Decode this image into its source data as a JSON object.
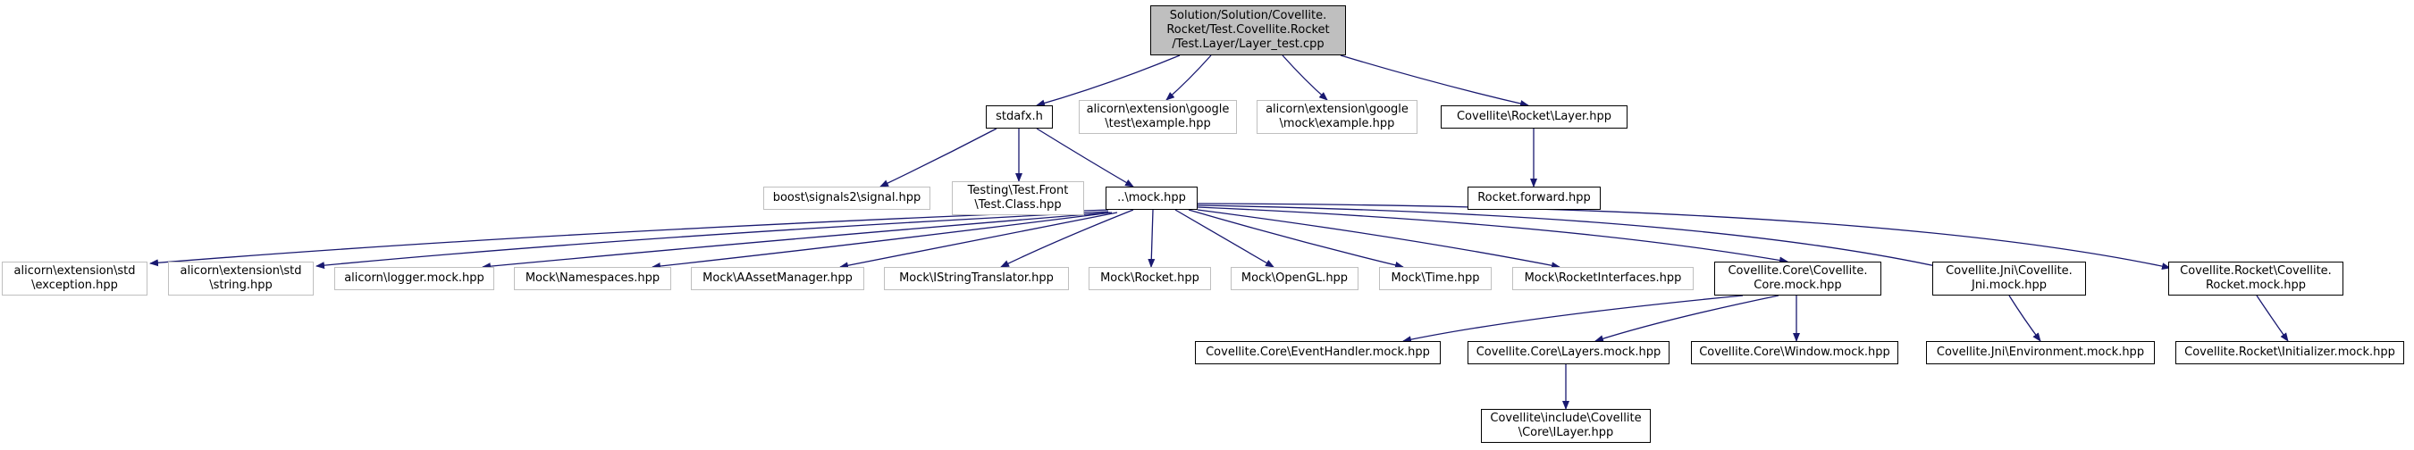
{
  "colors": {
    "edge": "#191970",
    "root_fill": "#bfbfbf",
    "external_border": "#bfbfbf"
  },
  "nodes": {
    "root": "Solution/Solution/Covellite.\nRocket/Test.Covellite.Rocket\n/Test.Layer/Layer_test.cpp",
    "stdafx": "stdafx.h",
    "gtest_example": "alicorn\\extension\\google\n\\test\\example.hpp",
    "gmock_example": "alicorn\\extension\\google\n\\mock\\example.hpp",
    "layer_hpp": "Covellite\\Rocket\\Layer.hpp",
    "signal": "boost\\signals2\\signal.hpp",
    "test_class": "Testing\\Test.Front\n\\Test.Class.hpp",
    "mock_hpp": "..\\mock.hpp",
    "rocket_forward": "Rocket.forward.hpp",
    "exception": "alicorn\\extension\\std\n\\exception.hpp",
    "string": "alicorn\\extension\\std\n\\string.hpp",
    "logger": "alicorn\\logger.mock.hpp",
    "namespaces": "Mock\\Namespaces.hpp",
    "asset_manager": "Mock\\AAssetManager.hpp",
    "string_translator": "Mock\\IStringTranslator.hpp",
    "mock_rocket": "Mock\\Rocket.hpp",
    "opengl": "Mock\\OpenGL.hpp",
    "time": "Mock\\Time.hpp",
    "rocket_interfaces": "Mock\\RocketInterfaces.hpp",
    "core_mock": "Covellite.Core\\Covellite.\nCore.mock.hpp",
    "jni_mock": "Covellite.Jni\\Covellite.\nJni.mock.hpp",
    "rocket_mock": "Covellite.Rocket\\Covellite.\nRocket.mock.hpp",
    "event_handler": "Covellite.Core\\EventHandler.mock.hpp",
    "layers_mock": "Covellite.Core\\Layers.mock.hpp",
    "window_mock": "Covellite.Core\\Window.mock.hpp",
    "environment_mock": "Covellite.Jni\\Environment.mock.hpp",
    "initializer_mock": "Covellite.Rocket\\Initializer.mock.hpp",
    "ilayer": "Covellite\\include\\Covellite\n\\Core\\ILayer.hpp"
  }
}
